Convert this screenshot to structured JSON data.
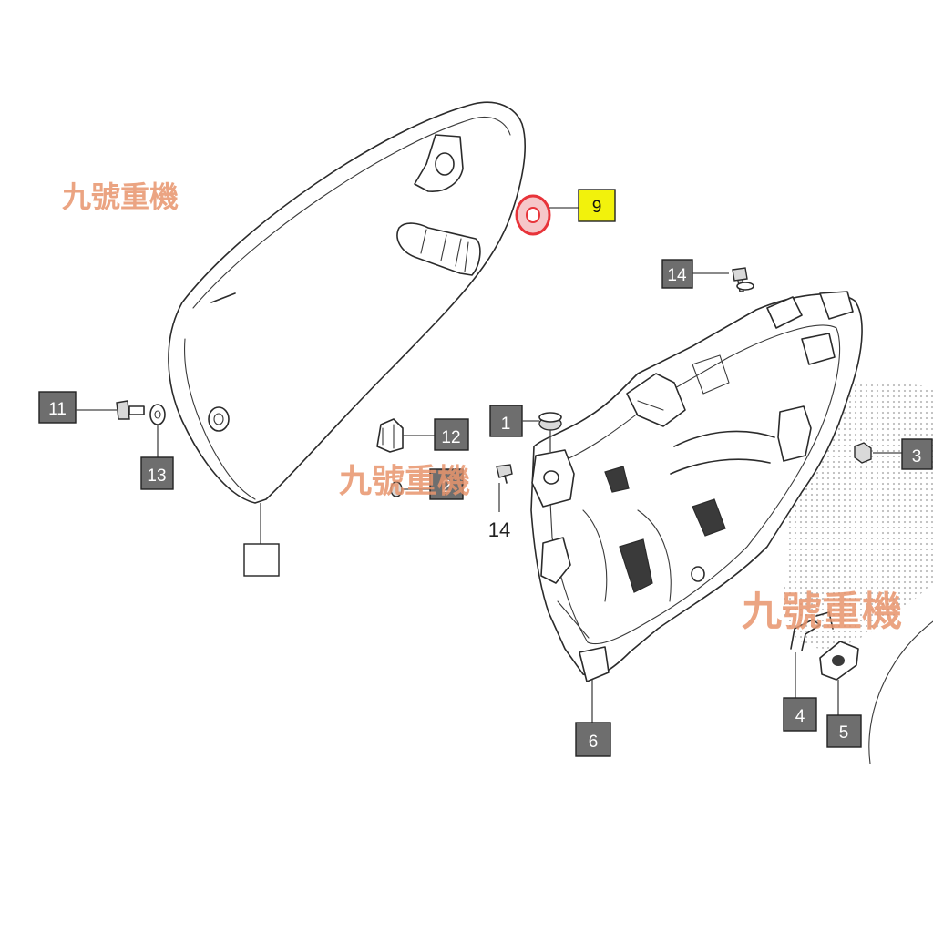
{
  "watermark": {
    "text": "九號重機"
  },
  "colors": {
    "highlight_part": "#e8343a",
    "callout_fill": "#6e6e6e",
    "highlight_callout_fill": "#f2f20c",
    "watermark": "#e8956d"
  },
  "labels": {
    "p9": "9",
    "p14_top": "14",
    "p11": "11",
    "p13": "13",
    "p12": "12",
    "p1": "1",
    "p2": "2",
    "p14_screw": "14",
    "p3": "3",
    "p6": "6",
    "p4": "4",
    "p5": "5"
  }
}
